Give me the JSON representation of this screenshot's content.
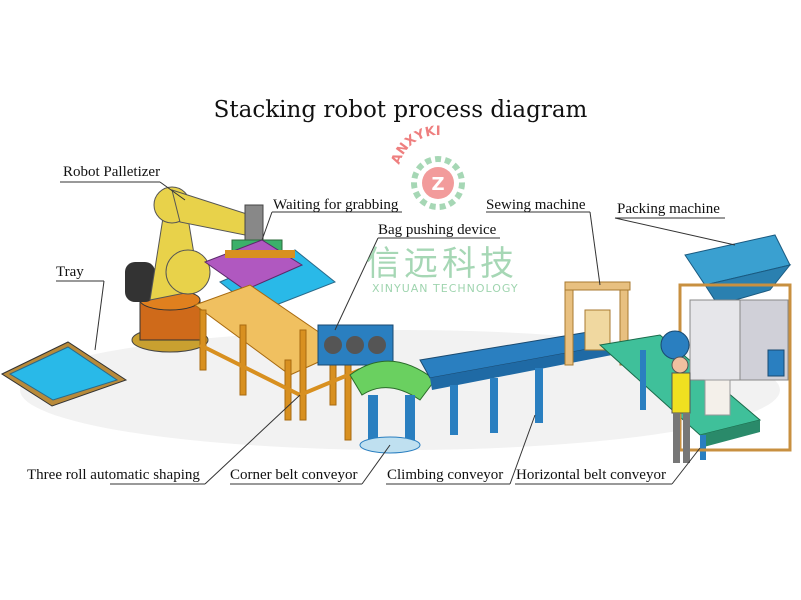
{
  "title": "Stacking robot process diagram",
  "labels": {
    "robot_palletizer": "Robot Palletizer",
    "tray": "Tray",
    "waiting_for_grabbing": "Waiting for grabbing",
    "bag_pushing_device": "Bag pushing device",
    "sewing_machine": "Sewing machine",
    "packing_machine": "Packing machine",
    "three_roll_shaping": "Three roll automatic shaping",
    "corner_belt_conveyor": "Corner belt conveyor",
    "climbing_conveyor": "Climbing conveyor",
    "horizontal_belt_conveyor": "Horizontal belt conveyor"
  },
  "watermark": {
    "arc_text": "ANXYKI",
    "cn": "信远科技",
    "en": "XINYUAN TECHNOLOGY",
    "logo_letter": "Z"
  },
  "colors": {
    "frame": "#d89020",
    "tray": "#29b9e8",
    "robot": "#e8d24a",
    "conveyor_blue": "#2a7fc0",
    "belt_green": "#3fc09a",
    "hopper": "#3aa0d0",
    "watermark_red": "#e84a4a",
    "watermark_green": "#5fb87a"
  }
}
